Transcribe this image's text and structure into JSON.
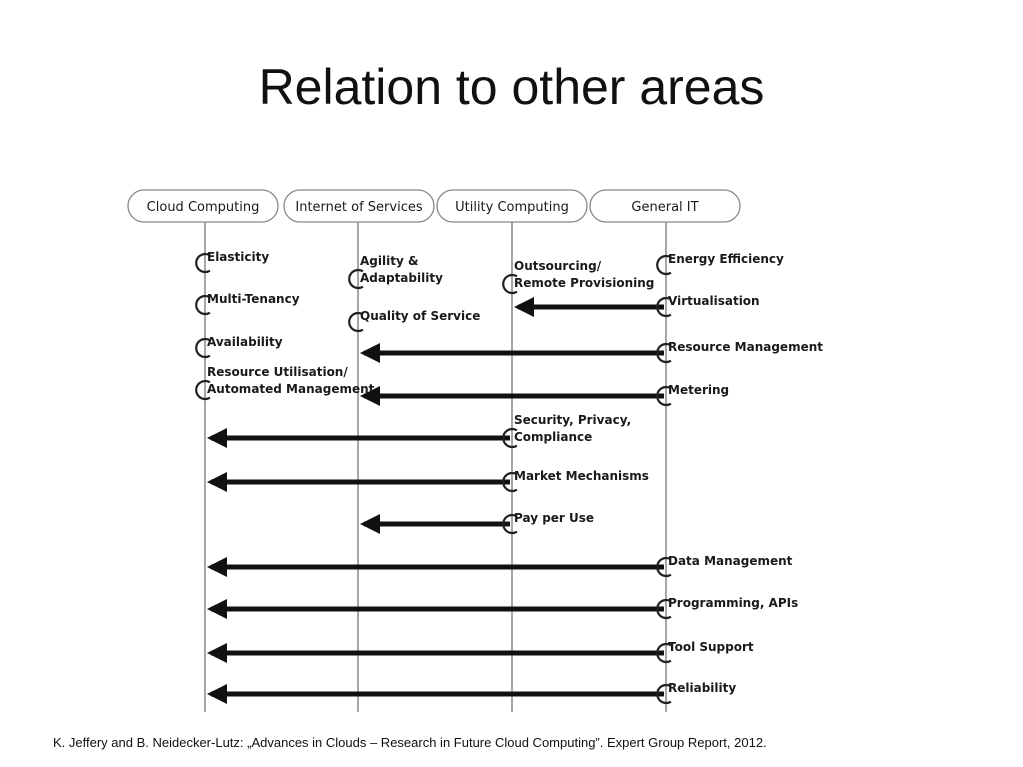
{
  "title": "Relation to other areas",
  "lanes": [
    {
      "id": "cloud",
      "label": "Cloud Computing"
    },
    {
      "id": "ios",
      "label": "Internet of Services"
    },
    {
      "id": "utility",
      "label": "Utility Computing"
    },
    {
      "id": "general",
      "label": "General IT"
    }
  ],
  "items": [
    {
      "label": [
        "Elasticity"
      ],
      "owner": "cloud"
    },
    {
      "label": [
        "Multi-Tenancy"
      ],
      "owner": "cloud"
    },
    {
      "label": [
        "Availability"
      ],
      "owner": "cloud"
    },
    {
      "label": [
        "Resource Utilisation/",
        "Automated Management"
      ],
      "owner": "cloud"
    },
    {
      "label": [
        "Agility &",
        "Adaptability"
      ],
      "owner": "ios"
    },
    {
      "label": [
        "Quality of Service"
      ],
      "owner": "ios"
    },
    {
      "label": [
        "Outsourcing/",
        "Remote Provisioning"
      ],
      "owner": "utility"
    },
    {
      "label": [
        "Energy Efficiency"
      ],
      "owner": "general"
    },
    {
      "label": [
        "Virtualisation"
      ],
      "owner": "general",
      "arrow_to": "utility"
    },
    {
      "label": [
        "Resource Management"
      ],
      "owner": "general",
      "arrow_to": "ios"
    },
    {
      "label": [
        "Metering"
      ],
      "owner": "general",
      "arrow_to": "ios"
    },
    {
      "label": [
        "Security, Privacy,",
        "Compliance"
      ],
      "owner": "utility",
      "arrow_to": "cloud"
    },
    {
      "label": [
        "Market Mechanisms"
      ],
      "owner": "utility",
      "arrow_to": "cloud"
    },
    {
      "label": [
        "Pay per Use"
      ],
      "owner": "utility",
      "arrow_to": "ios"
    },
    {
      "label": [
        "Data Management"
      ],
      "owner": "general",
      "arrow_to": "cloud"
    },
    {
      "label": [
        "Programming, APIs"
      ],
      "owner": "general",
      "arrow_to": "cloud"
    },
    {
      "label": [
        "Tool Support"
      ],
      "owner": "general",
      "arrow_to": "cloud"
    },
    {
      "label": [
        "Reliability"
      ],
      "owner": "general",
      "arrow_to": "cloud"
    }
  ],
  "caption": "K. Jeffery and B. Neidecker-Lutz: „Advances in Clouds – Research in Future Cloud Computing”. Expert Group Report, 2012."
}
